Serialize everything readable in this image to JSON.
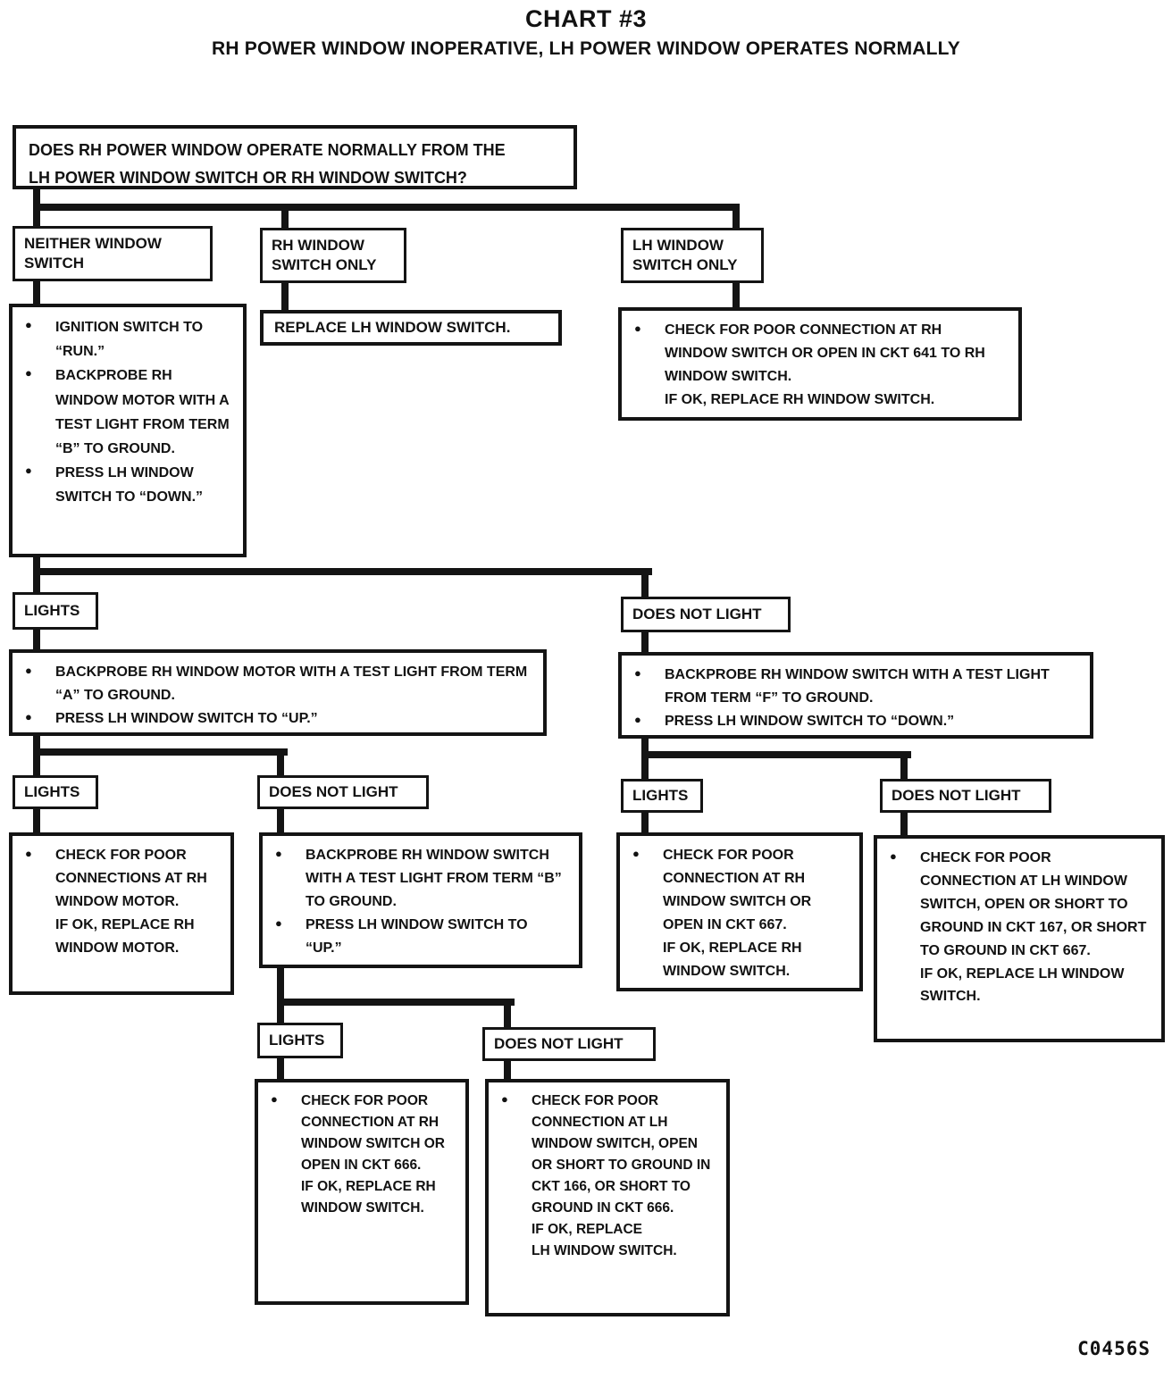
{
  "header": {
    "title": "CHART #3",
    "subtitle": "RH POWER WINDOW INOPERATIVE, LH POWER WINDOW OPERATES NORMALLY"
  },
  "footer": {
    "code": "C0456S"
  },
  "nodes": {
    "question": "DOES RH POWER WINDOW OPERATE NORMALLY FROM THE\nLH POWER WINDOW SWITCH OR RH WINDOW SWITCH?",
    "neither_switch": "NEITHER WINDOW SWITCH",
    "rh_switch_only": "RH WINDOW SWITCH ONLY",
    "lh_switch_only": "LH WINDOW SWITCH ONLY",
    "proc_neither": {
      "bullets": [
        "IGNITION SWITCH TO “RUN.”",
        "BACKPROBE RH WINDOW MOTOR WITH A TEST LIGHT FROM TERM “B” TO GROUND.",
        "PRESS LH WINDOW SWITCH TO “DOWN.”"
      ]
    },
    "replace_lh_switch": "REPLACE LH WINDOW SWITCH.",
    "ckt641": {
      "bullets": [
        "CHECK FOR POOR CONNECTION AT RH WINDOW SWITCH OR OPEN IN CKT 641 TO RH WINDOW SWITCH.\nIF OK, REPLACE RH WINDOW SWITCH."
      ]
    },
    "lights_1": "LIGHTS",
    "does_not_light_1": "DOES NOT LIGHT",
    "test_motor_a": {
      "bullets": [
        "BACKPROBE RH WINDOW MOTOR WITH A TEST LIGHT FROM TERM “A” TO GROUND.",
        "PRESS LH WINDOW SWITCH TO “UP.”"
      ]
    },
    "test_switch_f": {
      "bullets": [
        "BACKPROBE RH WINDOW SWITCH WITH A TEST LIGHT FROM TERM “F” TO GROUND.",
        "PRESS LH WINDOW SWITCH TO “DOWN.”"
      ]
    },
    "lights_2": "LIGHTS",
    "does_not_light_2": "DOES NOT LIGHT",
    "lights_3": "LIGHTS",
    "does_not_light_3": "DOES NOT LIGHT",
    "check_motor": {
      "bullets": [
        "CHECK FOR POOR CONNECTIONS AT RH WINDOW MOTOR.\nIF OK, REPLACE RH WINDOW MOTOR."
      ]
    },
    "test_switch_b": {
      "bullets": [
        "BACKPROBE RH WINDOW SWITCH WITH A TEST LIGHT FROM TERM “B” TO GROUND.",
        "PRESS LH WINDOW SWITCH TO “UP.”"
      ]
    },
    "ckt667": {
      "bullets": [
        "CHECK FOR POOR CONNECTION AT RH WINDOW SWITCH OR OPEN IN CKT 667.\nIF OK, REPLACE RH WINDOW SWITCH."
      ]
    },
    "ckt167": {
      "bullets": [
        "CHECK FOR POOR CONNECTION AT LH WINDOW SWITCH, OPEN OR SHORT TO GROUND IN CKT 167, OR SHORT TO GROUND IN CKT 667.\nIF OK, REPLACE LH WINDOW SWITCH."
      ]
    },
    "lights_4": "LIGHTS",
    "does_not_light_4": "DOES NOT LIGHT",
    "ckt666": {
      "bullets": [
        "CHECK FOR POOR CONNECTION AT RH WINDOW SWITCH OR OPEN IN CKT 666.\nIF OK, REPLACE RH WINDOW SWITCH."
      ]
    },
    "ckt166": {
      "bullets": [
        "CHECK FOR POOR CONNECTION AT LH WINDOW SWITCH, OPEN OR SHORT TO GROUND IN CKT 166, OR SHORT TO GROUND IN CKT 666.\nIF OK, REPLACE\nLH WINDOW SWITCH."
      ]
    }
  }
}
